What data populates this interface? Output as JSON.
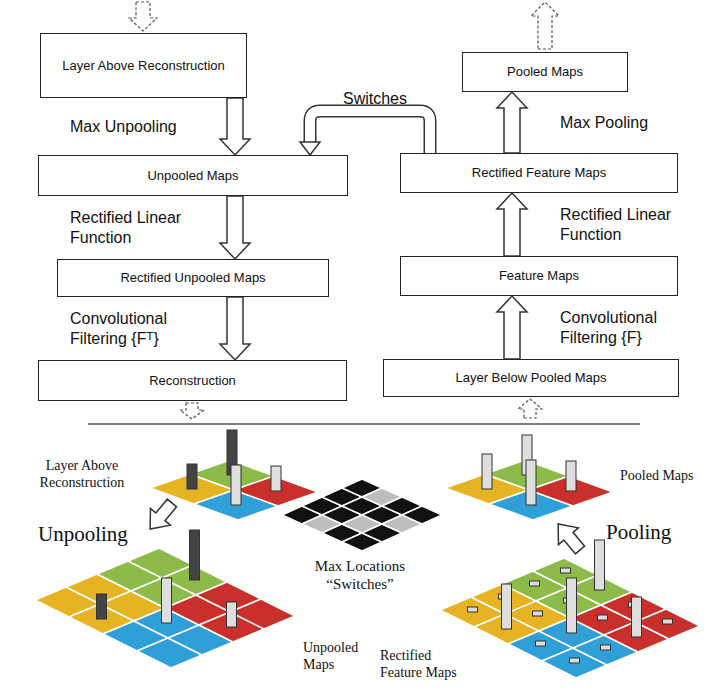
{
  "diagram": {
    "nodes": [
      {
        "text": [
          "Layer Above Reconstruction"
        ]
      },
      {
        "text": [
          "Pooled Maps"
        ]
      },
      {
        "text": [
          "Unpooled Maps"
        ]
      },
      {
        "text": [
          "Rectified Feature Maps"
        ]
      },
      {
        "text": [
          "Rectified Unpooled Maps"
        ]
      },
      {
        "text": [
          "Feature Maps"
        ]
      },
      {
        "text": [
          "Reconstruction"
        ]
      },
      {
        "text": [
          "Layer Below Pooled Maps"
        ]
      }
    ],
    "edges": [
      {
        "from": 0,
        "to": 2,
        "arrow": "to",
        "label": "Max Unpooling"
      },
      {
        "from": 2,
        "to": 4,
        "arrow": "to",
        "label": "Rectified Linear Function"
      },
      {
        "from": 4,
        "to": 6,
        "arrow": "to",
        "label": "Convolutional Filtering {Fᵀ}"
      },
      {
        "from": 7,
        "to": 5,
        "arrow": "to",
        "label": "Convolutional Filtering {F}"
      },
      {
        "from": 5,
        "to": 3,
        "arrow": "to",
        "label": "Rectified Linear Function"
      },
      {
        "from": 3,
        "to": 1,
        "arrow": "to",
        "label": "Max Pooling"
      },
      {
        "from": 3,
        "to": 2,
        "arrow": "to",
        "label": "Switches"
      }
    ],
    "labels": [
      "Layer Above Reconstruction",
      "Unpooling",
      "Max Locations “Switches”",
      "Pooled Maps",
      "Pooling",
      "Unpooled Maps",
      "Rectified Feature Maps"
    ]
  }
}
